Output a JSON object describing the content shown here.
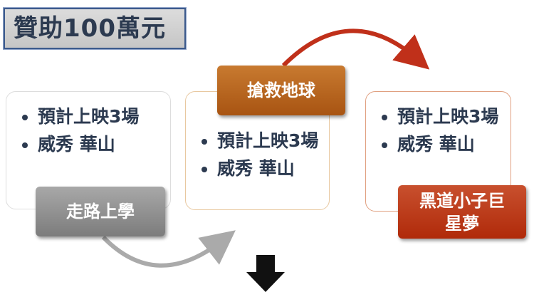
{
  "title": "贊助100萬元",
  "steps": [
    {
      "label": "走路上學",
      "bullets": [
        "預計上映3場",
        "威秀 華山"
      ],
      "color": "#8c8c8c"
    },
    {
      "label": "搶救地球",
      "bullets": [
        "預計上映3場",
        "威秀 華山"
      ],
      "color": "#b4621a"
    },
    {
      "label": "黑道小子巨星夢",
      "bullets": [
        "預計上映3場",
        "威秀 華山"
      ],
      "color": "#b8321a"
    }
  ]
}
